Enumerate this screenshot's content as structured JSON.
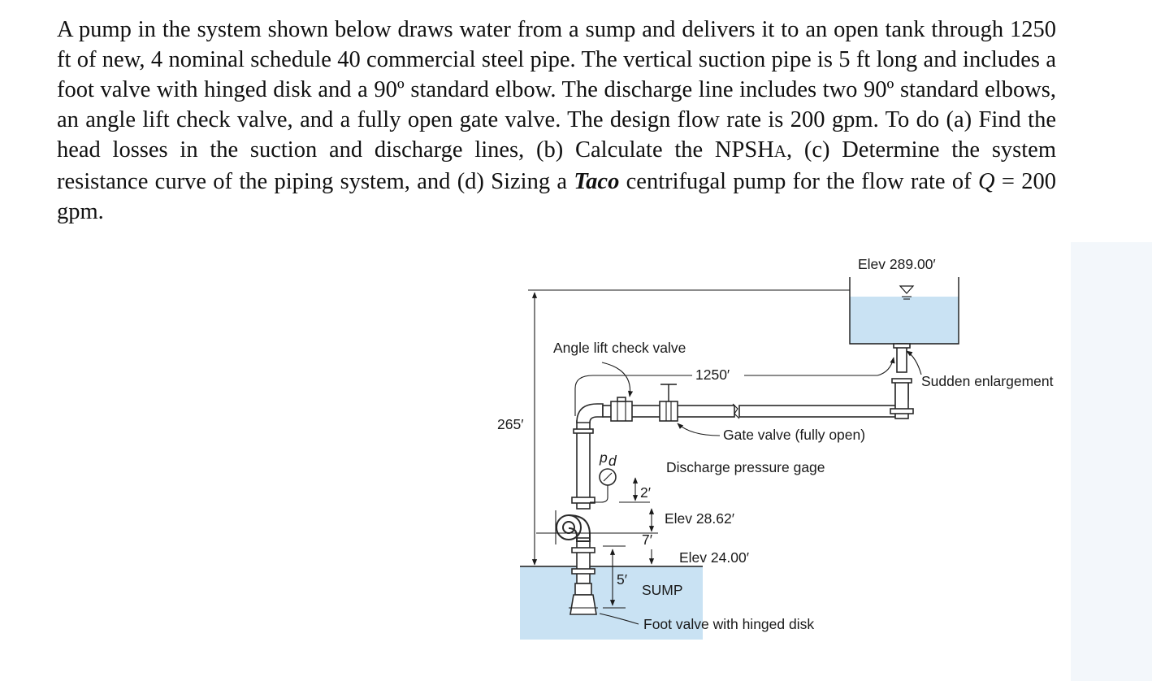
{
  "problem": {
    "part1": "A pump in the system shown below draws water from a sump and delivers it to an open tank through 1250 ft of new, 4 nominal schedule 40 commercial steel pipe. The vertical suction pipe is 5 ft long and includes a foot valve with hinged disk and a 90º standard elbow. The discharge line includes two 90º standard elbows, an angle lift check valve, and a fully open gate valve. The design flow rate is 200 gpm. To do (a) Find the head losses in the suction and discharge lines, (b) Calculate the NPSH",
    "npsh_sub": "A",
    "part2": ", (c) Determine the system resistance curve of the piping system, and (d) Sizing a ",
    "taco": "Taco",
    "part3": " centrifugal pump for the flow rate of ",
    "q_symbol": "Q",
    "part4": " = 200 gpm."
  },
  "diagram": {
    "labels": {
      "tank_elev": "Elev 289.00′",
      "angle_lift_check_valve": "Angle lift check valve",
      "pipe_length": "1250′",
      "sudden_enlargement": "Sudden enlargement",
      "total_height": "265′",
      "gate_valve": "Gate valve (fully open)",
      "pd_symbol": "p",
      "pd_subscript": "d",
      "discharge_gage": "Discharge pressure gage",
      "gage_height": "2′",
      "pump_elev": "Elev 28.62′",
      "suction_rise": "7′",
      "sump_elev": "Elev 24.00′",
      "suction_length": "5′",
      "sump": "SUMP",
      "foot_valve": "Foot valve with hinged disk"
    }
  },
  "colors": {
    "water": "#c9e2f3",
    "pipe_stroke": "#2a2a2a",
    "text": "#111111"
  }
}
